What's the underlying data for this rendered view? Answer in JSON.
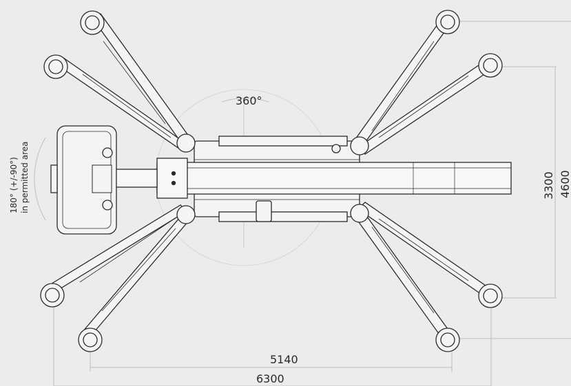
{
  "drawing": {
    "rotation_label": "360°",
    "basket_rotation_line1": "180° (+/-90°)",
    "basket_rotation_line2": "in permitted area",
    "dim_inner_width": "5140",
    "dim_outer_width": "6300",
    "dim_inner_depth": "3300",
    "dim_outer_depth": "4600"
  },
  "colors": {
    "background": "#ececec",
    "line": "#2a2a2a",
    "dimension_line": "#bdbdbd",
    "machine_fill": "#f4f4f4"
  }
}
